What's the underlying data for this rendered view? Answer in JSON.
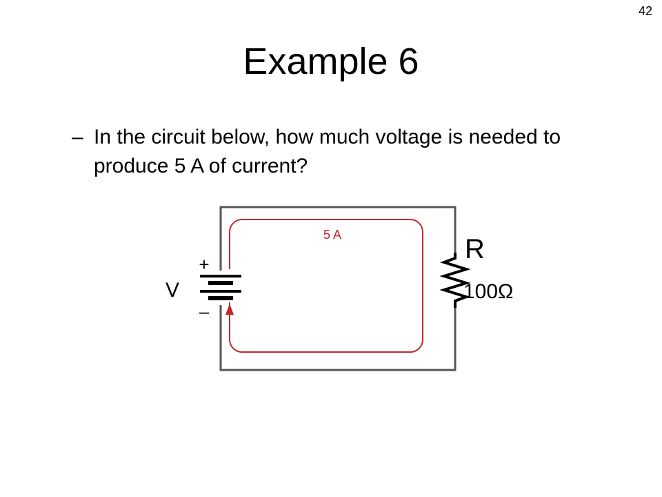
{
  "page_number": "42",
  "title": "Example 6",
  "bullet": {
    "dash": "–",
    "text": "In the circuit below, how much voltage is needed to produce 5 A of current?"
  },
  "circuit": {
    "current_label": "5 A",
    "battery_label": "V",
    "plus_sign": "+",
    "minus_sign": "–",
    "resistor_label": "R",
    "resistance_label": "100Ω",
    "colors": {
      "wire": "#555555",
      "current": "#c0282d",
      "text": "#000000"
    }
  }
}
